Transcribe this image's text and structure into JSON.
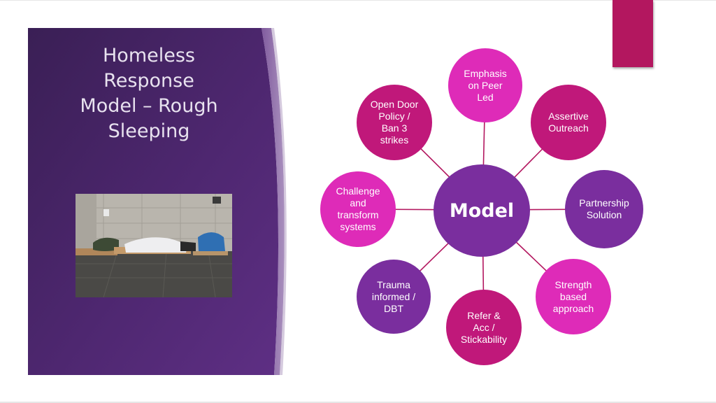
{
  "slide": {
    "title": "Homeless\nResponse\nModel – Rough\nSleeping"
  },
  "colors": {
    "panel_dark": "#3b1f55",
    "panel_mid": "#5b2d7c",
    "accent": "#b3175f",
    "purple_node": "#7a2e9e",
    "magenta_node": "#c0187a",
    "pink_node": "#de2bb8",
    "connector": "#b3175f"
  },
  "diagram": {
    "center": {
      "label": "Model"
    },
    "nodes": [
      {
        "id": "emphasis",
        "label": "Emphasis\non Peer\nLed"
      },
      {
        "id": "assertive",
        "label": "Assertive\nOutreach"
      },
      {
        "id": "partnership",
        "label": "Partnership\nSolution"
      },
      {
        "id": "strength",
        "label": "Strength\nbased\napproach"
      },
      {
        "id": "refer",
        "label": "Refer &\nAcc /\nStickability"
      },
      {
        "id": "trauma",
        "label": "Trauma\ninformed /\nDBT"
      },
      {
        "id": "challenge",
        "label": "Challenge\nand\ntransform\nsystems"
      },
      {
        "id": "opendoor",
        "label": "Open Door\nPolicy /\nBan 3\nstrikes"
      }
    ]
  }
}
